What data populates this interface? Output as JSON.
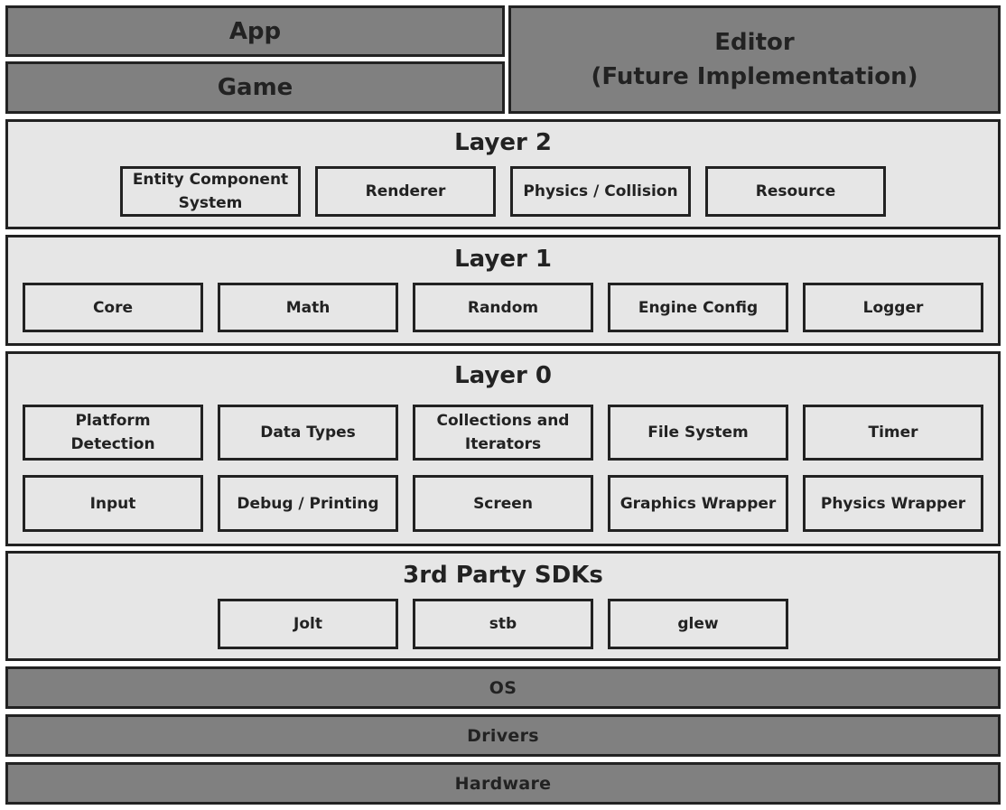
{
  "top": {
    "app": "App",
    "game": "Game",
    "editor_line1": "Editor",
    "editor_line2": "(Future Implementation)"
  },
  "layer2": {
    "title": "Layer 2",
    "modules": [
      "Entity Component System",
      "Renderer",
      "Physics / Collision",
      "Resource"
    ]
  },
  "layer1": {
    "title": "Layer 1",
    "modules": [
      "Core",
      "Math",
      "Random",
      "Engine Config",
      "Logger"
    ]
  },
  "layer0": {
    "title": "Layer 0",
    "row1": [
      "Platform Detection",
      "Data Types",
      "Collections and Iterators",
      "File System",
      "Timer"
    ],
    "row2": [
      "Input",
      "Debug / Printing",
      "Screen",
      "Graphics Wrapper",
      "Physics Wrapper"
    ]
  },
  "sdks": {
    "title": "3rd Party SDKs",
    "modules": [
      "Jolt",
      "stb",
      "glew"
    ]
  },
  "bottom": {
    "os": "OS",
    "drivers": "Drivers",
    "hardware": "Hardware"
  },
  "colors": {
    "dark_fill": "#808080",
    "light_fill": "#e6e6e6",
    "border": "#222222"
  }
}
